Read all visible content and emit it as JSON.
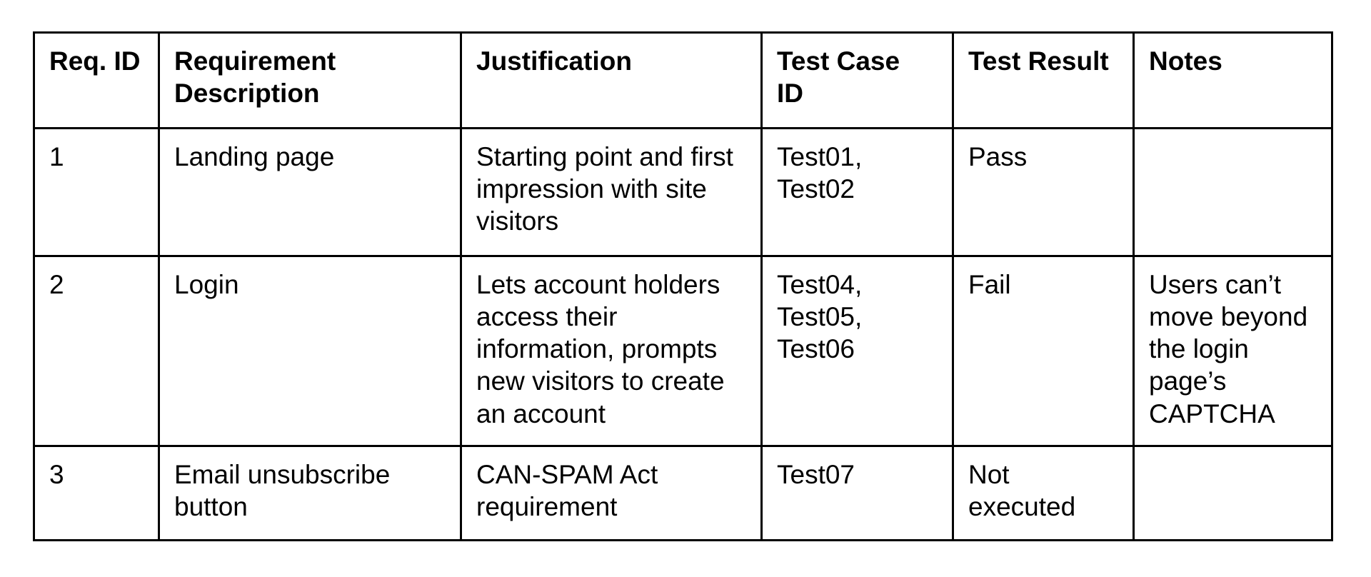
{
  "colors": {
    "background": "#ffffff",
    "border": "#000000",
    "text": "#000000"
  },
  "table": {
    "name": "requirements-traceability-matrix",
    "columns": [
      {
        "label": "Req. ID"
      },
      {
        "label": "Requirement\nDescription"
      },
      {
        "label": "Justification"
      },
      {
        "label": "Test Case\nID"
      },
      {
        "label": "Test Result"
      },
      {
        "label": "Notes"
      }
    ],
    "rows": [
      {
        "req_id": "1",
        "description": "Landing page",
        "justification": "Starting point and first\nimpression with site\nvisitors",
        "test_case_id": "Test01,\nTest02",
        "test_result": "Pass",
        "notes": ""
      },
      {
        "req_id": "2",
        "description": "Login",
        "justification": "Lets account holders\naccess their\ninformation, prompts\nnew visitors to create\nan account",
        "test_case_id": "Test04,\nTest05,\nTest06",
        "test_result": "Fail",
        "notes": "Users can’t\nmove beyond\nthe login\npage’s\nCAPTCHA"
      },
      {
        "req_id": "3",
        "description": "Email unsubscribe\nbutton",
        "justification": "CAN-SPAM Act\nrequirement",
        "test_case_id": "Test07",
        "test_result": "Not\nexecuted",
        "notes": ""
      }
    ]
  }
}
